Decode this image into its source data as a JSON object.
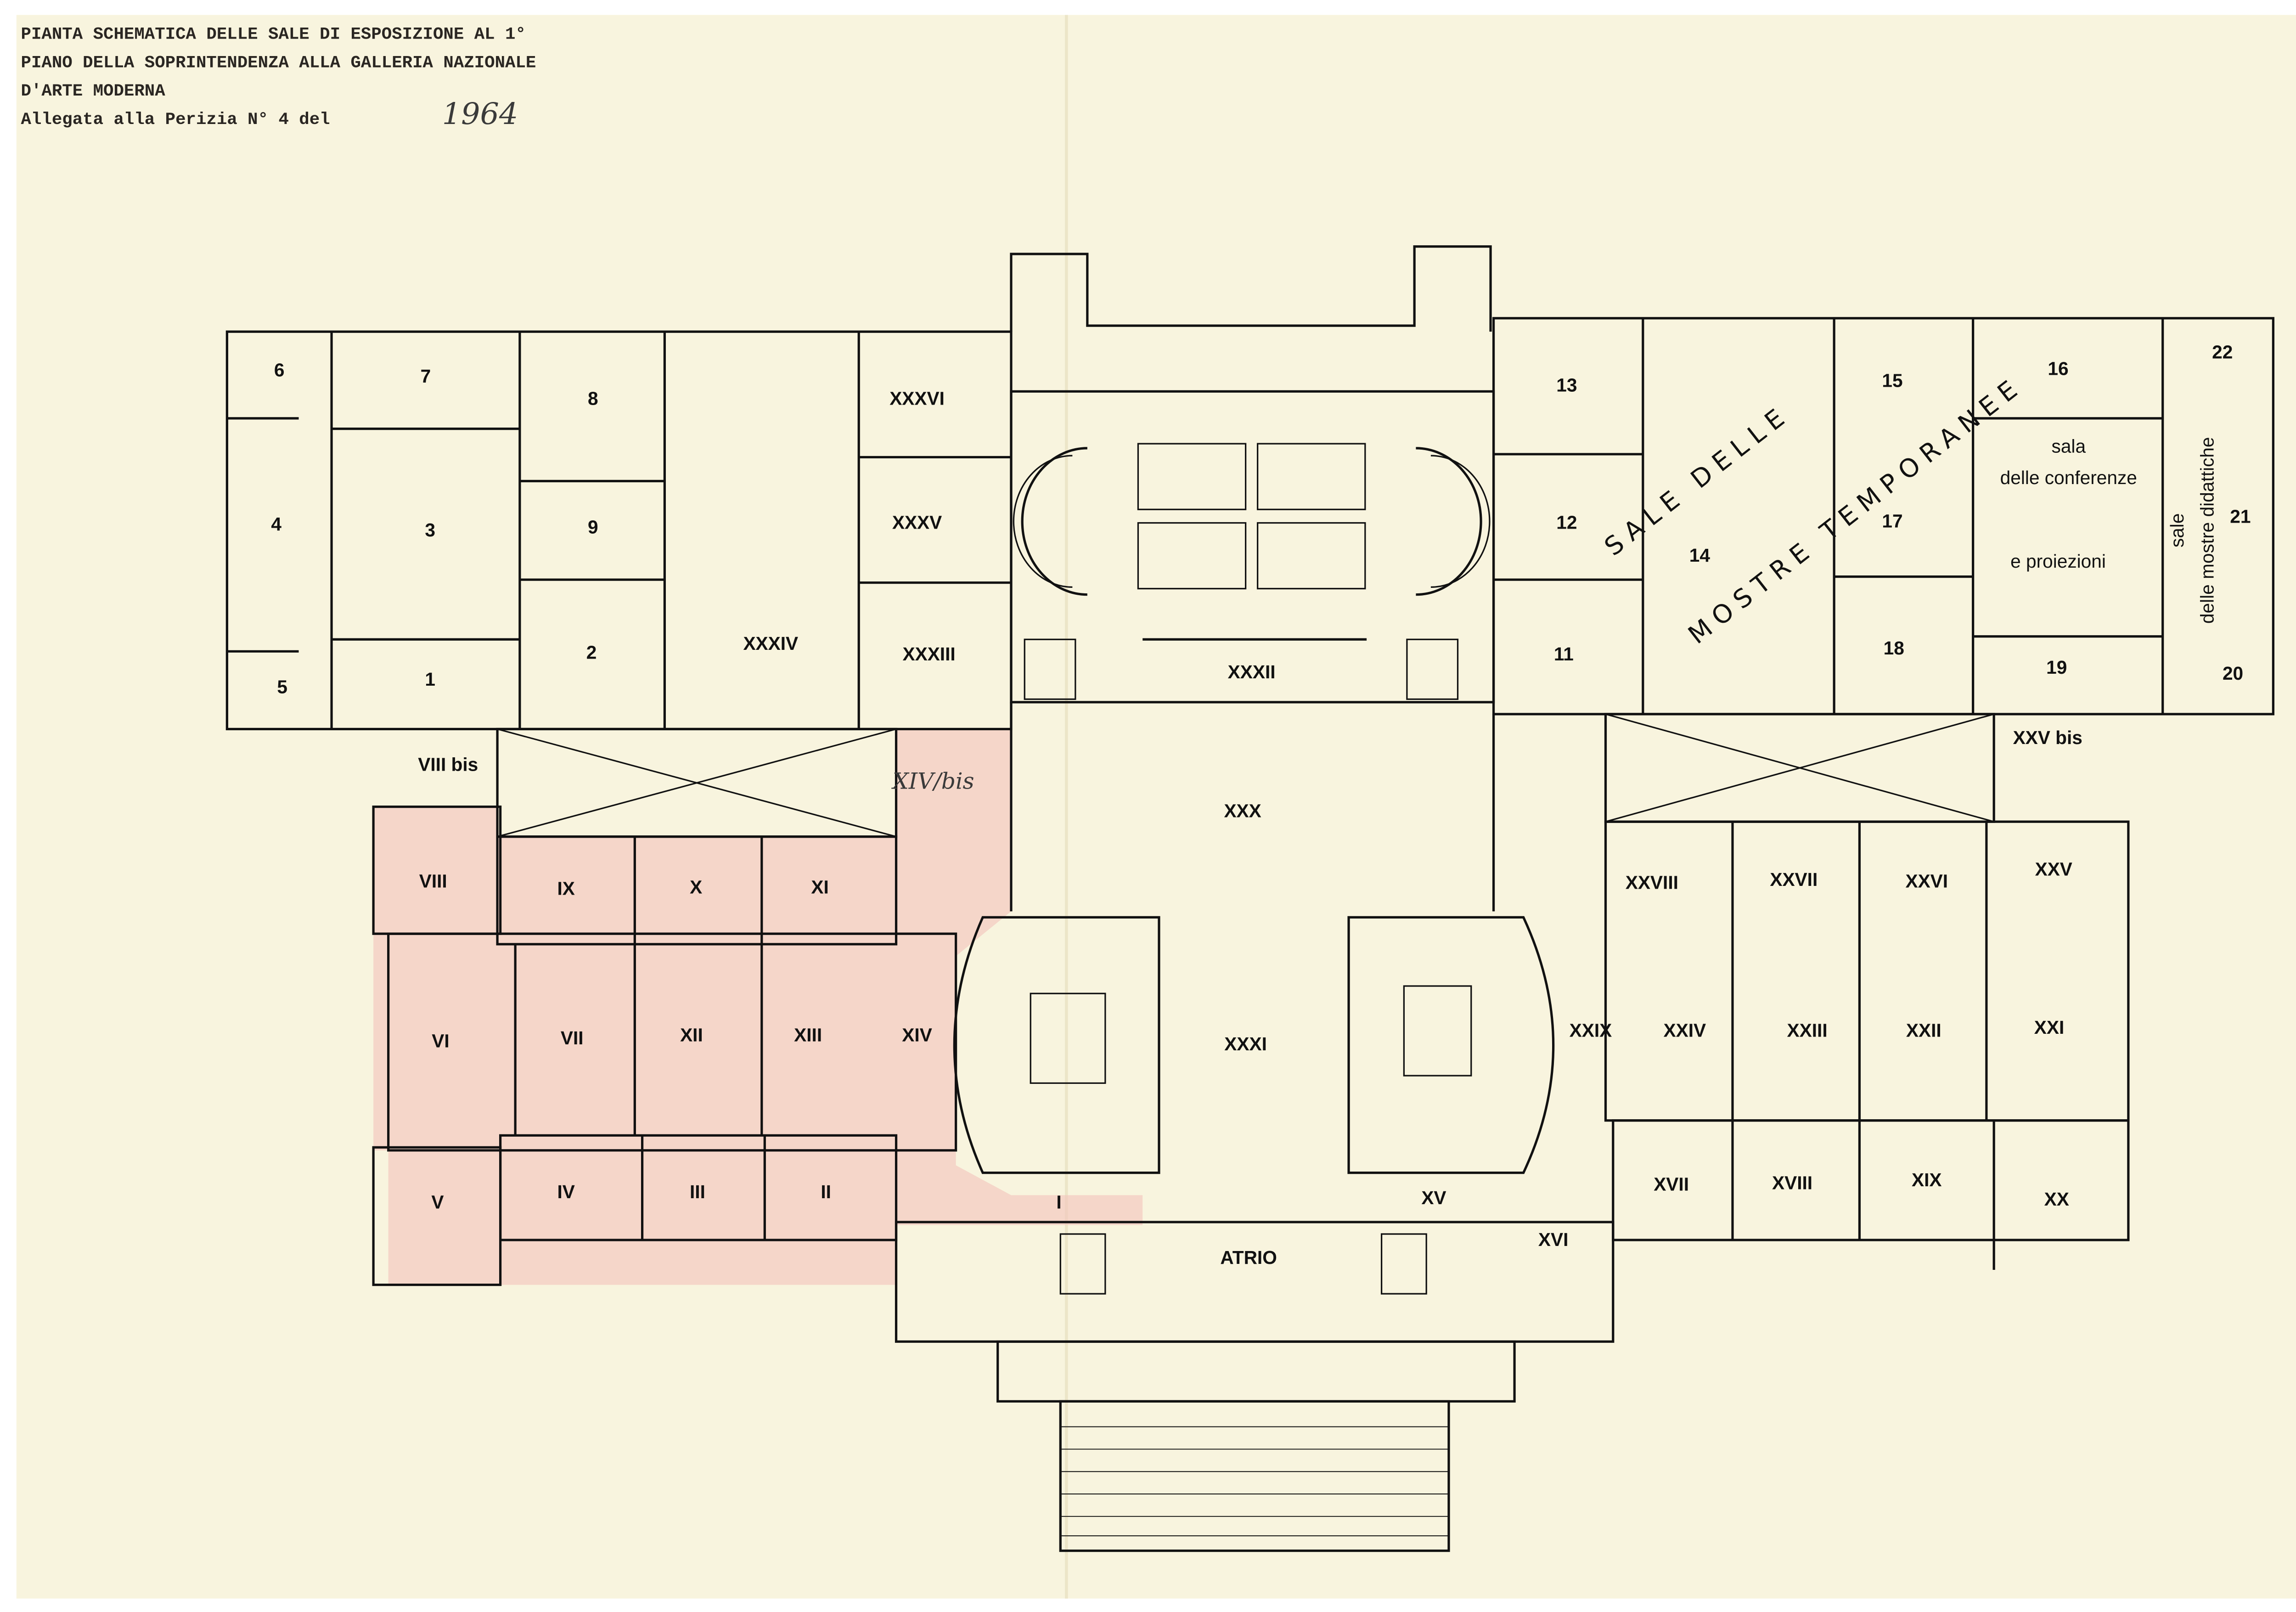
{
  "header": {
    "line1": "PIANTA SCHEMATICA DELLE SALE DI ESPOSIZIONE AL 1°",
    "line2": "PIANO DELLA  SOPRINTENDENZA ALLA GALLERIA NAZIONALE",
    "line3": "D'ARTE MODERNA",
    "line4": "Allegata alla Perizia N° 4 del",
    "year_handwritten": "1964"
  },
  "rooms": [
    "6",
    "7",
    "8",
    "4",
    "3",
    "9",
    "5",
    "1",
    "2",
    "XXXIV",
    "XXXVI",
    "XXXV",
    "XXXIII",
    "XXXII",
    "XXX",
    "VIII bis",
    "XIV/bis",
    "VIII",
    "IX",
    "X",
    "XI",
    "VI",
    "VII",
    "XII",
    "XIII",
    "XIV",
    "V",
    "IV",
    "III",
    "II",
    "I",
    "XXXI",
    "XV",
    "ATRIO",
    "XVI",
    "XXIX",
    "XXVIII",
    "XXVII",
    "XXVI",
    "XXV",
    "XXV bis",
    "XXIV",
    "XXIII",
    "XXII",
    "XXI",
    "XVII",
    "XVIII",
    "XIX",
    "XX",
    "13",
    "12",
    "11",
    "14",
    "15",
    "16",
    "17",
    "18",
    "19",
    "22",
    "21",
    "20"
  ],
  "areas": {
    "temp_line1": "SALE DELLE",
    "temp_line2": "MOSTRE TEMPORANEE",
    "conf_line1": "sala",
    "conf_line2": "delle conferenze",
    "conf_line3": "e proiezioni",
    "did_line1": "sale",
    "did_line2": "delle mostre didattiche"
  },
  "colors": {
    "paper": "#f8f4de",
    "highlight": "#f2c6bd",
    "ink": "#111111"
  }
}
